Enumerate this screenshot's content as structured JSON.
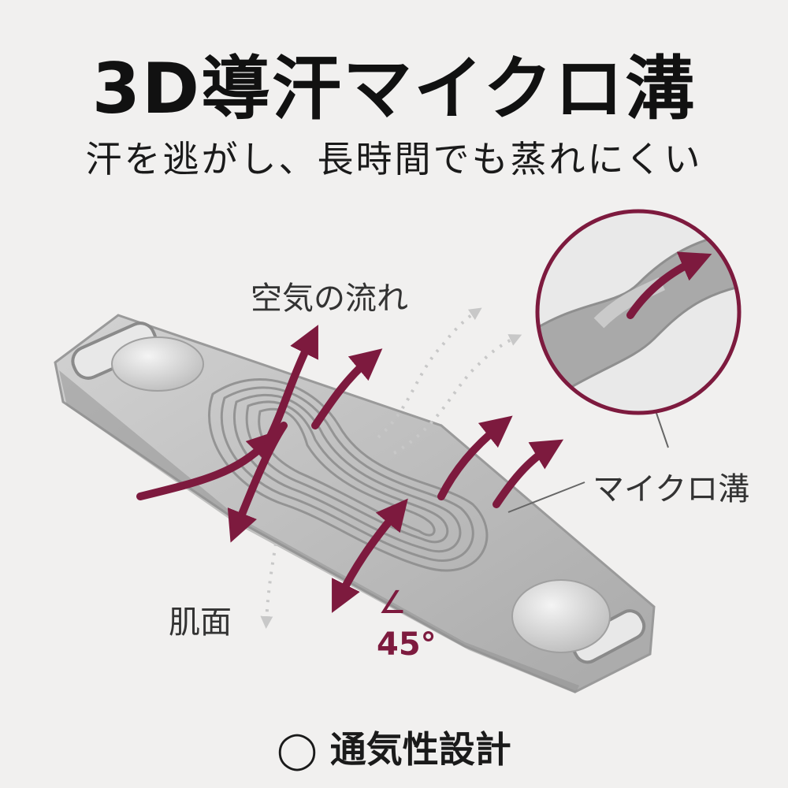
{
  "title": "3D導汗マイクロ溝",
  "subtitle": "汗を逃がし、長時間でも蒸れにくい",
  "labels": {
    "air_flow": "空気の流れ",
    "micro_groove": "マイクロ溝",
    "skin_surface": "肌面",
    "angle_symbol": "∠",
    "angle_value": "45°"
  },
  "footer": "◯ 通気性設計",
  "colors": {
    "accent": "#7d1a3e",
    "pad": "#b9b9b9",
    "background": "#f1f0ef"
  }
}
